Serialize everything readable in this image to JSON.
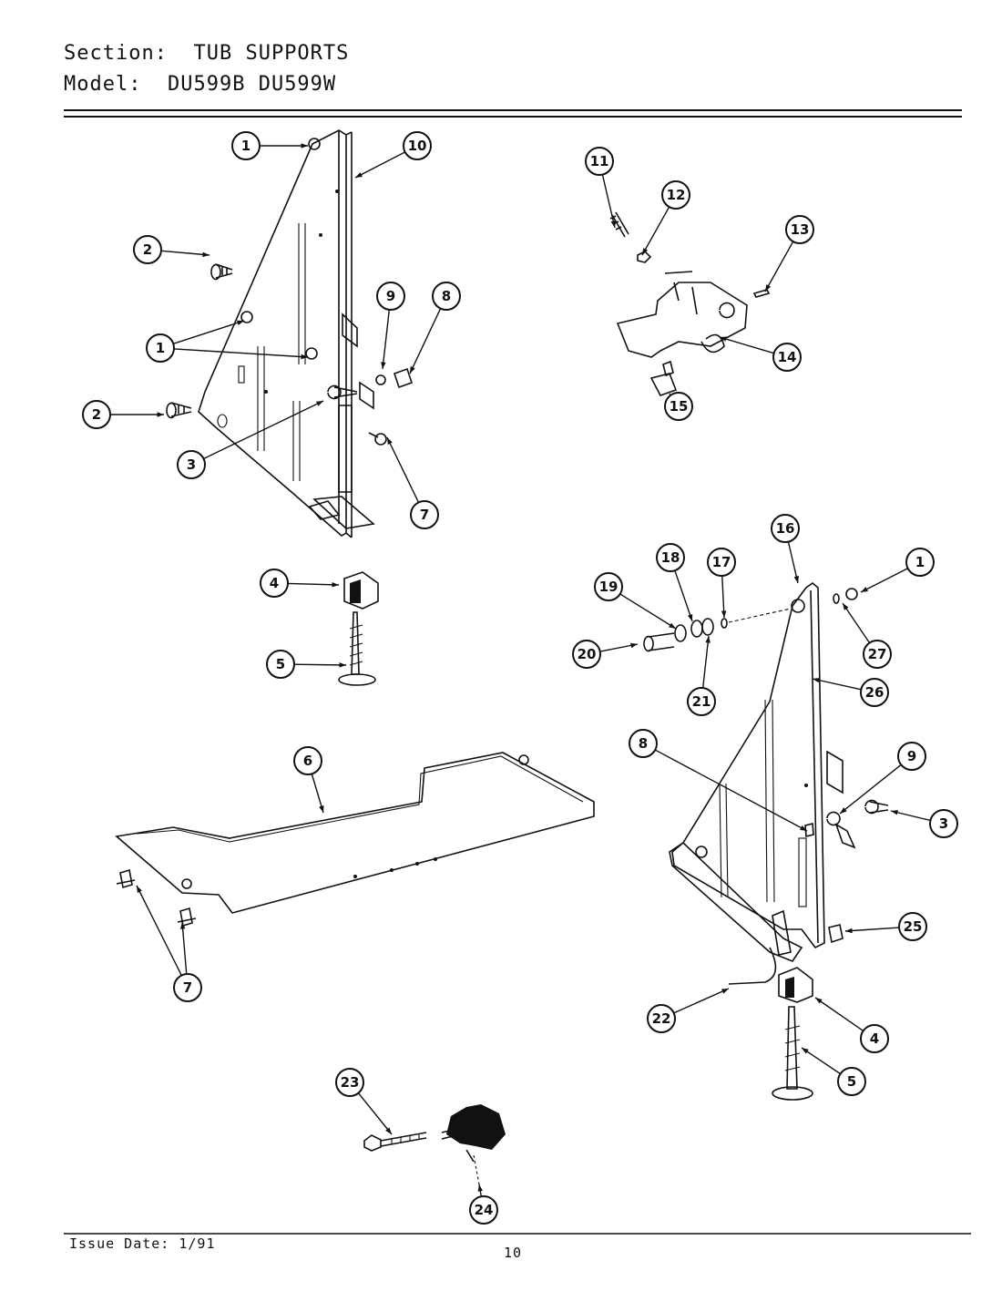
{
  "header": {
    "section_label": "Section:",
    "section_value": "TUB SUPPORTS",
    "model_label": "Model:",
    "model_values": "DU599B  DU599W"
  },
  "footer": {
    "issue_date": "Issue Date: 1/91",
    "page_number": "10"
  },
  "callout_numbers": [
    "1",
    "10",
    "2",
    "1",
    "2",
    "9",
    "8",
    "3",
    "7",
    "11",
    "12",
    "13",
    "14",
    "15",
    "4",
    "5",
    "16",
    "1",
    "18",
    "17",
    "19",
    "20",
    "27",
    "21",
    "26",
    "6",
    "8",
    "9",
    "3",
    "7",
    "25",
    "22",
    "4",
    "5",
    "23",
    "24"
  ]
}
